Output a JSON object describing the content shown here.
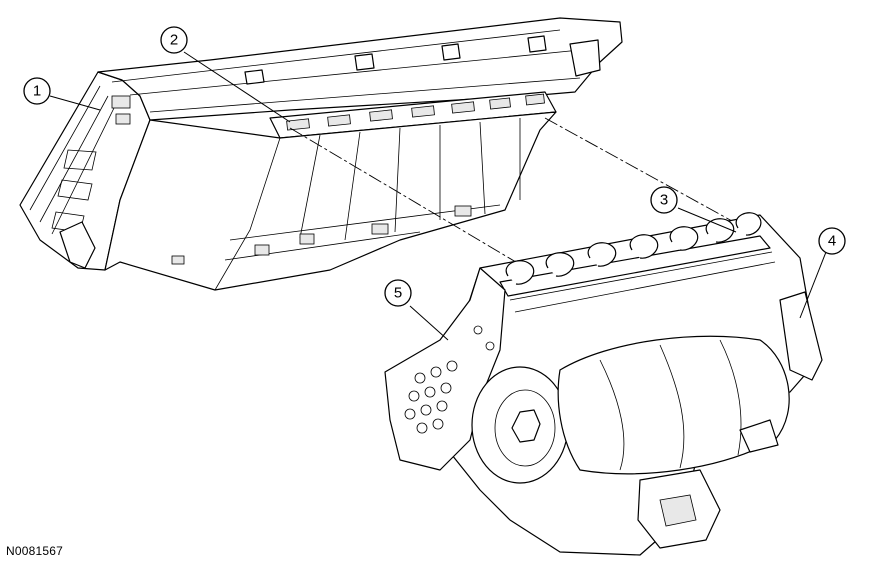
{
  "figure_id": "N0081567",
  "callouts": [
    {
      "label": "1"
    },
    {
      "label": "2"
    },
    {
      "label": "3"
    },
    {
      "label": "4"
    },
    {
      "label": "5"
    }
  ]
}
